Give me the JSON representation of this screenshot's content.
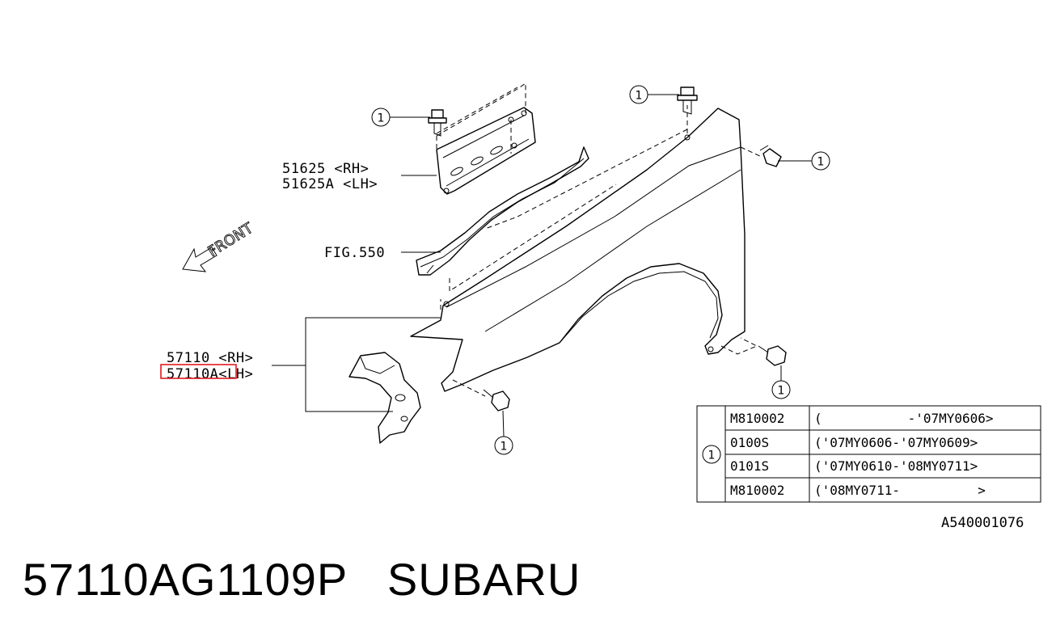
{
  "callouts": {
    "bracket": [
      "51625 <RH>",
      "51625A <LH>"
    ],
    "fig_ref": "FIG.550",
    "fender": [
      "57110 <RH>",
      "57110A<LH>"
    ]
  },
  "direction_label": "FRONT",
  "bolt_ref_number": "1",
  "bolt_table": {
    "ref": "1",
    "rows": [
      {
        "part": "M810002",
        "range": "(           -'07MY0606>"
      },
      {
        "part": "0100S",
        "range": "('07MY0606-'07MY0609>"
      },
      {
        "part": "0101S",
        "range": "('07MY0610-'08MY0711>"
      },
      {
        "part": "M810002",
        "range": "('08MY0711-          >"
      }
    ]
  },
  "diagram_code": "A540001076",
  "caption": "57110AG1109P   SUBARU",
  "colors": {
    "line": "#000000",
    "highlight": "#e0191f",
    "background": "#ffffff"
  }
}
